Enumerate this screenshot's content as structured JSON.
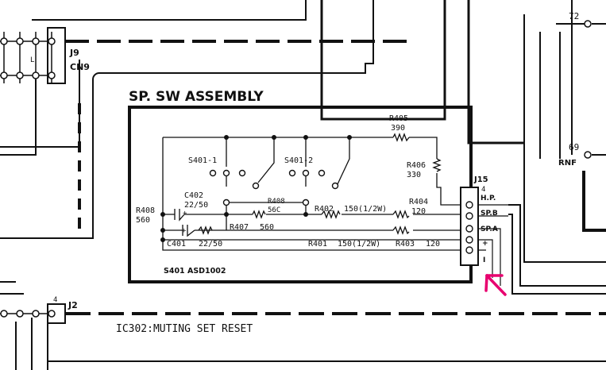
{
  "assembly_title": "SP. SW ASSEMBLY",
  "connectors": {
    "j9": "J9",
    "cn9": "CN9",
    "j2": "J2",
    "j2_pin": "4",
    "j15": "J15",
    "j15_pin": "4",
    "cn9_mark": "L"
  },
  "nodes": {
    "n72": "72",
    "n69": "69",
    "rnf": "RNF"
  },
  "switches": {
    "s401_1": "S401-1",
    "s401_2": "S401-2"
  },
  "components": {
    "r405": "R405",
    "r405_val": "390",
    "r406": "R406",
    "r406_val": "330",
    "r404": "R404",
    "r404_val": "120",
    "c402": "C402",
    "c402_val": "22/50",
    "r408_left": "R408",
    "r408_left_val": "560",
    "r408_mid": "R408",
    "r408_mid_val": "56C",
    "r402": "R402",
    "r402_val": "150(1/2W)",
    "r407": "R407",
    "r407_val": "560",
    "c401": "C401",
    "c401_val": "22/50",
    "r401": "R401",
    "r401_val": "150(1/2W)",
    "r403": "R403",
    "r403_val": "120"
  },
  "j15_pins": [
    "H.P.",
    "SP.B",
    "SP.A",
    "+",
    "I"
  ],
  "assembly_part": "S401  ASD1002",
  "footer_note": "IC302:MUTING SET RESET",
  "colors": {
    "ink": "#111111",
    "marker": "#e8006f",
    "paper": "#ffffff"
  },
  "icons": {
    "pointer": "arrow-up-left-icon"
  }
}
